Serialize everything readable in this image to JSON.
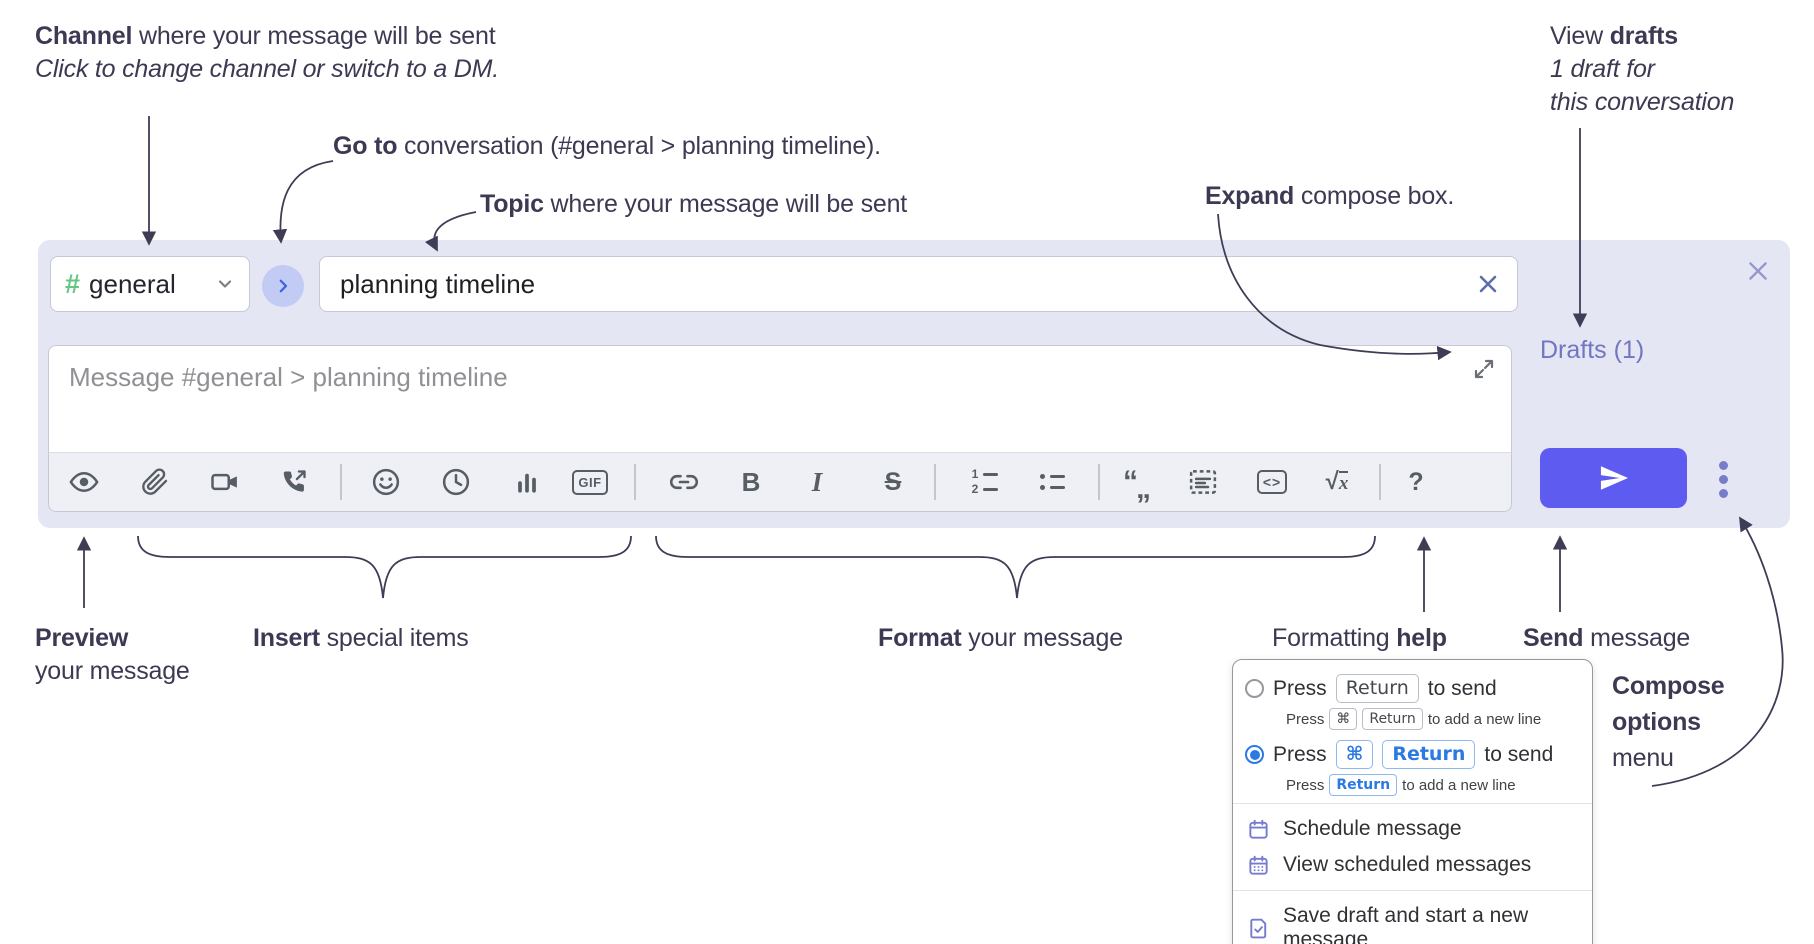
{
  "annotations": {
    "channel_bold": "Channel",
    "channel_rest": " where your message will be sent",
    "channel_sub": "Click to change channel or switch to a DM.",
    "goto_bold": "Go to",
    "goto_rest": " conversation (#general > planning timeline).",
    "topic_bold": "Topic",
    "topic_rest": " where your message will be sent",
    "expand_bold": "Expand",
    "expand_rest": " compose box.",
    "drafts_pre": "View ",
    "drafts_bold": "drafts",
    "drafts_line2": "1 draft for",
    "drafts_line3": "this conversation",
    "preview_bold": "Preview",
    "preview_line2": "your message",
    "insert_bold": "Insert",
    "insert_rest": " special items",
    "format_bold": "Format",
    "format_rest": " your message",
    "help_pre": "Formatting ",
    "help_bold": "help",
    "send_bold": "Send",
    "send_rest": " message",
    "compose_options_line1": "Compose",
    "compose_options_line2": "options",
    "compose_options_line3": "menu"
  },
  "compose": {
    "channel_hash": "#",
    "channel_name": "general",
    "topic_value": "planning timeline",
    "message_placeholder": "Message #general > planning timeline",
    "drafts_label": "Drafts (1)"
  },
  "toolbar": {
    "icon_names": [
      "preview",
      "attach-file",
      "video-call",
      "voice-call",
      "emoji",
      "time",
      "poll",
      "gif",
      "link",
      "bold",
      "italic",
      "strikethrough",
      "numbered-list",
      "bulleted-list",
      "quote",
      "spoiler",
      "code",
      "math",
      "help"
    ],
    "glyphs": {
      "gif": "GIF",
      "bold": "B",
      "italic": "I",
      "strike": "S",
      "quote_open": "“",
      "quote_low": "„",
      "ol1": "1",
      "ol2": "2",
      "code": "<>",
      "sqrt": "√",
      "math_x": "x",
      "help": "?"
    }
  },
  "popup": {
    "opt1_pre": "Press",
    "opt1_key": "Return",
    "opt1_post": "to send",
    "opt1_sub_pre": "Press",
    "opt1_sub_key1": "⌘",
    "opt1_sub_key2": "Return",
    "opt1_sub_post": "to add a new line",
    "opt2_pre": "Press",
    "opt2_key1": "⌘",
    "opt2_key2": "Return",
    "opt2_post": "to send",
    "opt2_sub_pre": "Press",
    "opt2_sub_key": "Return",
    "opt2_sub_post": "to add a new line",
    "item_schedule": "Schedule message",
    "item_view_scheduled": "View scheduled messages",
    "item_save_draft": "Save draft and start a new message"
  },
  "colors": {
    "compose_bg": "#e4e6f4",
    "send_accent": "#5d5bf0",
    "drafts_link": "#7275c0",
    "channel_hash_green": "#65c584",
    "radio_selected_blue": "#2a7ae2",
    "menu_icon_purple": "#767bd0",
    "annotation_text": "#3c3a52",
    "toolbar_icon_gray": "#565d64"
  }
}
